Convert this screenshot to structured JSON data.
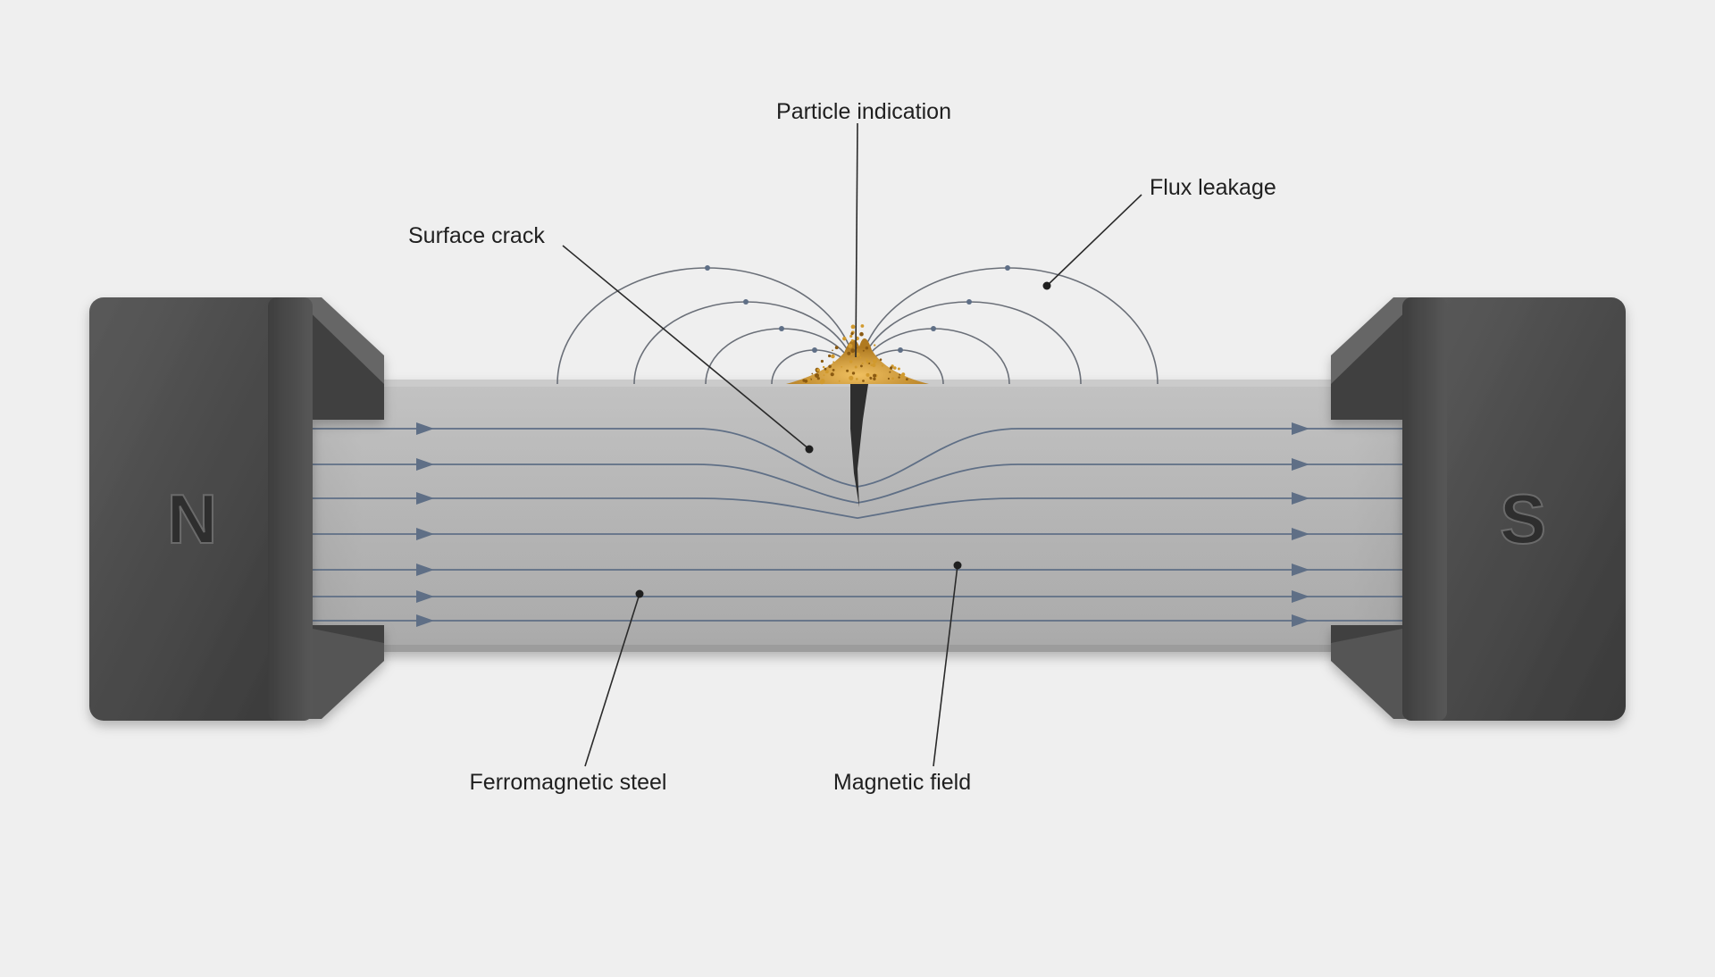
{
  "diagram": {
    "labels": {
      "particle_indication": "Particle indication",
      "flux_leakage": "Flux leakage",
      "surface_crack": "Surface crack",
      "ferromagnetic_steel": "Ferromagnetic steel",
      "magnetic_field": "Magnetic field"
    },
    "poles": {
      "north": "N",
      "south": "S"
    },
    "colors": {
      "background": "#efefef",
      "magnet": "#4a4a4a",
      "steel": "#b3b3b3",
      "field_lines": "#5f6f86",
      "particles": "#d19a2e",
      "leader_lines": "#2a2a2a"
    }
  }
}
